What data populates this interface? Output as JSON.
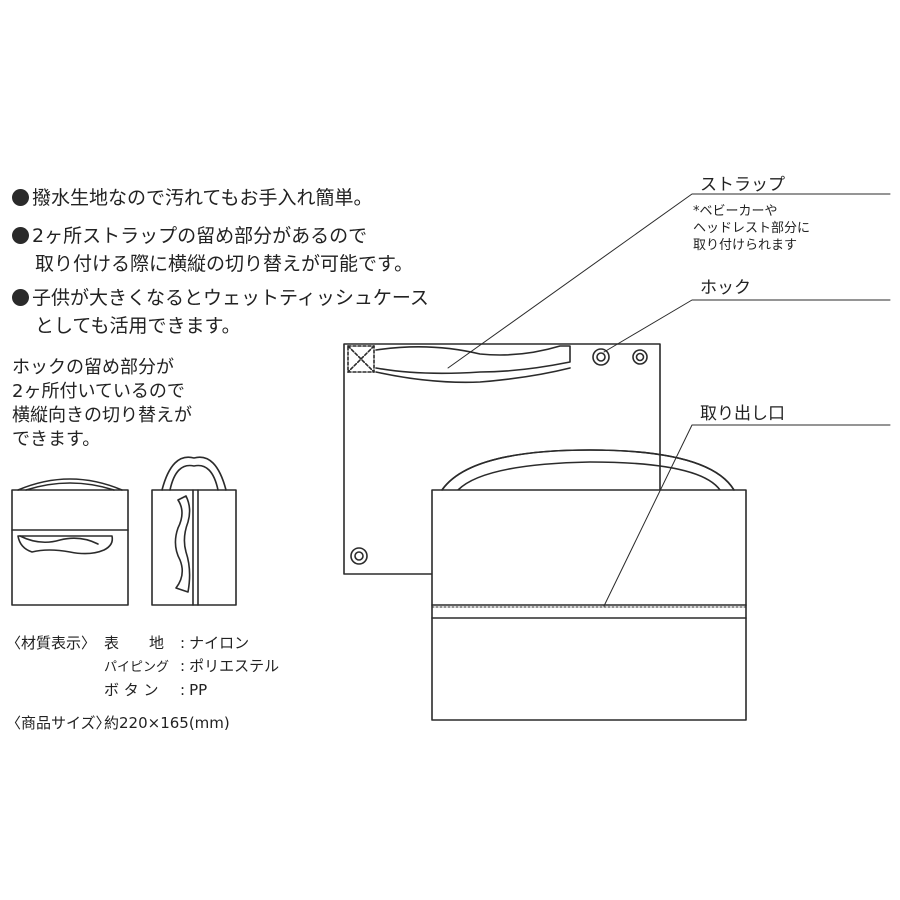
{
  "features": [
    {
      "lines": [
        "撥水生地なので汚れてもお手入れ簡単。"
      ]
    },
    {
      "lines": [
        "2ヶ所ストラップの留め部分があるので",
        "取り付ける際に横縦の切り替えが可能です。"
      ]
    },
    {
      "lines": [
        "子供が大きくなるとウェットティッシュケース",
        "としても活用できます。"
      ]
    }
  ],
  "hook_note": [
    "ホックの留め部分が",
    "2ヶ所付いているので",
    "横縦向きの切り替えが",
    "できます。"
  ],
  "callouts": {
    "strap": "ストラップ",
    "strap_note": [
      "*ベビーカーや",
      "ヘッドレスト部分に",
      "取り付けられます"
    ],
    "hook": "ホック",
    "opening": "取り出し口"
  },
  "specs": {
    "material_heading": "〈材質表示〉",
    "material_rows": [
      {
        "label": "表　　地",
        "value": "ナイロン"
      },
      {
        "label": "パイピング",
        "value": "ポリエステル"
      },
      {
        "label": "ボ タ ン",
        "value": "PP"
      }
    ],
    "size_heading": "〈商品サイズ〉",
    "size_value": "約220×165(mm)"
  },
  "colors": {
    "line": "#2b2b2b",
    "text": "#222222"
  }
}
